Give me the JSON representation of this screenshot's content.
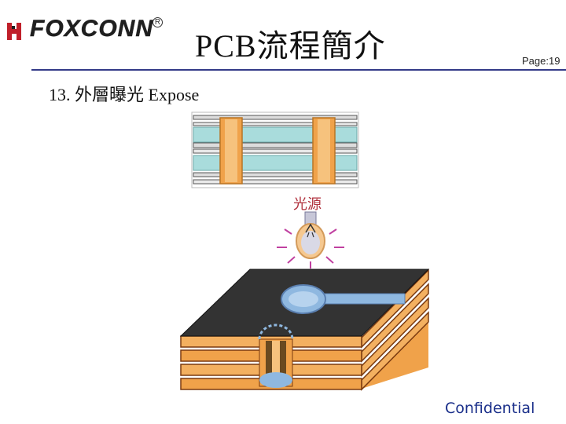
{
  "header": {
    "logo_text": "FOXCONN",
    "logo_registered": "R",
    "title": "PCB流程簡介",
    "page_label": "Page:19"
  },
  "slide": {
    "subtitle": "13. 外層曝光 Expose",
    "light_source_label": "光源"
  },
  "footer": {
    "confidential": "Confidential"
  },
  "colors": {
    "copper": "#f0a24a",
    "cyan_layer": "#a9dcdc",
    "board_black": "#333333",
    "pad_blue": "#8fb8e0",
    "title_rule": "#333a88",
    "label_red": "#b0303c",
    "footer_blue": "#1a2f8a"
  },
  "icons": [
    "foxconn-logo-icon",
    "light-bulb-icon"
  ]
}
